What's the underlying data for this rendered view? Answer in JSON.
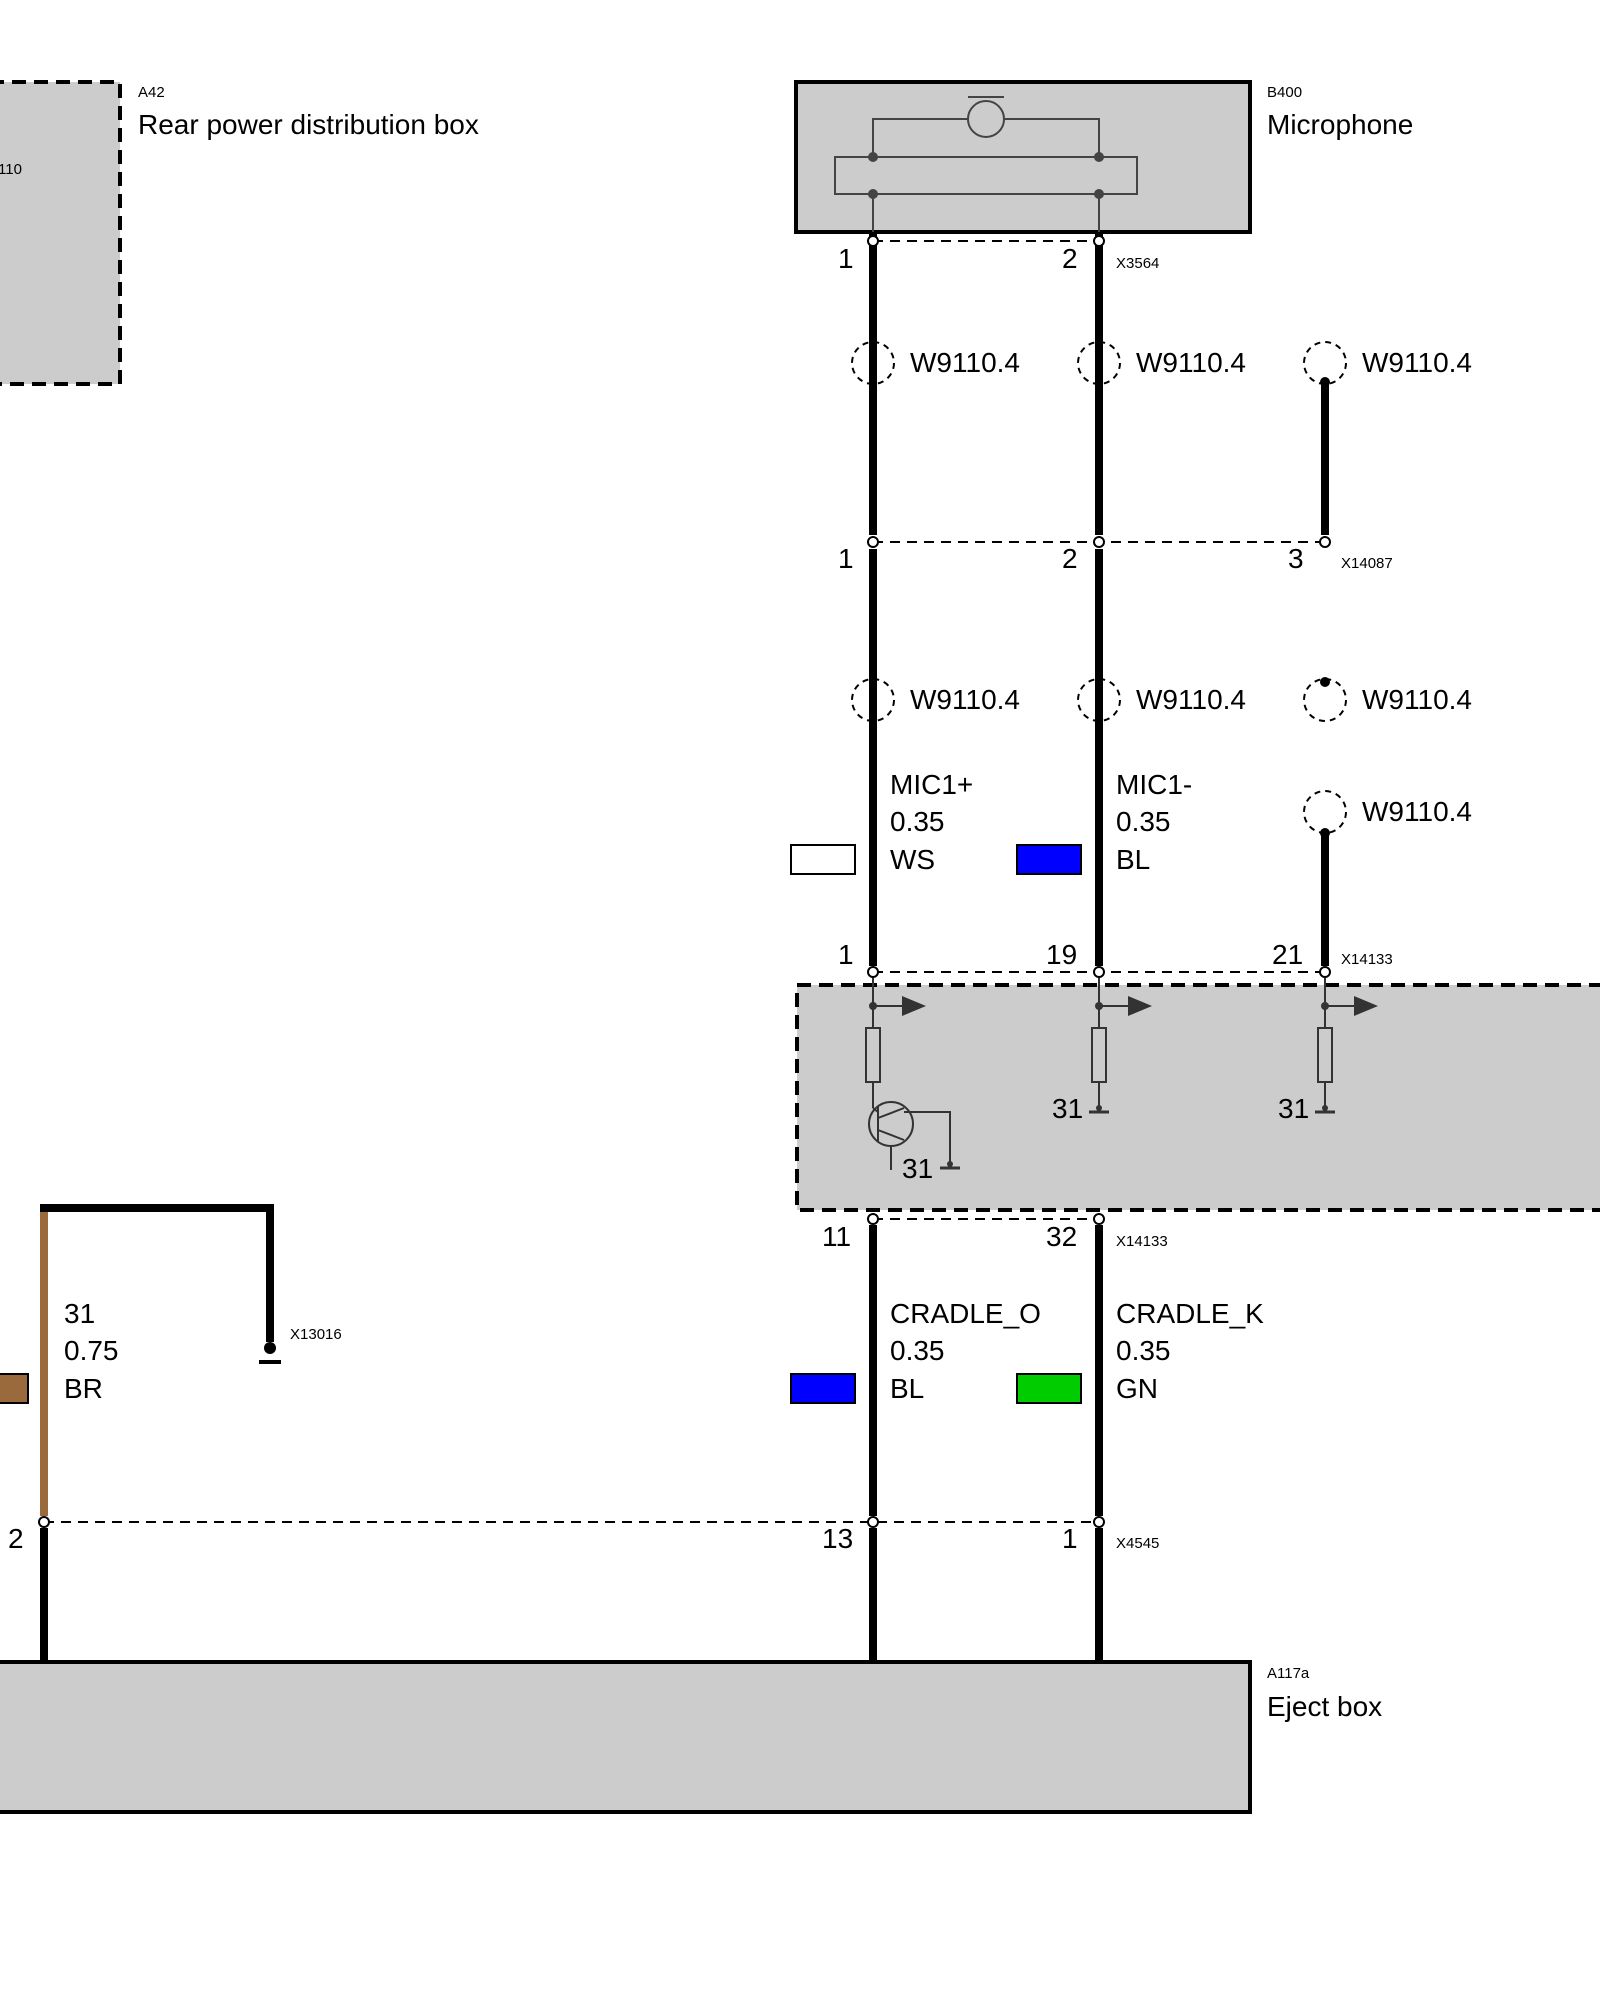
{
  "components": {
    "a42": {
      "ref": "A42",
      "name": "Rear power distribution box",
      "partial_ref": "110"
    },
    "b400": {
      "ref": "B400",
      "name": "Microphone"
    },
    "a117a": {
      "ref": "A117a",
      "name": "Eject box"
    }
  },
  "connectors": {
    "x3564": "X3564",
    "x14087": "X14087",
    "x14133_top": "X14133",
    "x14133_bottom": "X14133",
    "x13016": "X13016",
    "x4545": "X4545"
  },
  "shield_label": "W9110.4",
  "pins": {
    "x3564": [
      "1",
      "2"
    ],
    "x14087": [
      "1",
      "2",
      "3"
    ],
    "x14133_top": [
      "1",
      "19",
      "21"
    ],
    "x14133_bottom": [
      "11",
      "32"
    ],
    "x4545": [
      "2",
      "13",
      "1"
    ]
  },
  "ground_labels": [
    "31",
    "31",
    "31"
  ],
  "wires": {
    "mic1p": {
      "signal": "MIC1+",
      "size": "0.35",
      "color_code": "WS",
      "color": "#ffffff"
    },
    "mic1m": {
      "signal": "MIC1-",
      "size": "0.35",
      "color_code": "BL",
      "color": "#0000ff"
    },
    "cradle_o": {
      "signal": "CRADLE_O",
      "size": "0.35",
      "color_code": "BL",
      "color": "#0000ff"
    },
    "cradle_k": {
      "signal": "CRADLE_K",
      "size": "0.35",
      "color_code": "GN",
      "color": "#00cc00"
    },
    "ground": {
      "signal": "31",
      "size": "0.75",
      "color_code": "BR",
      "color": "#9b6a3c"
    }
  }
}
